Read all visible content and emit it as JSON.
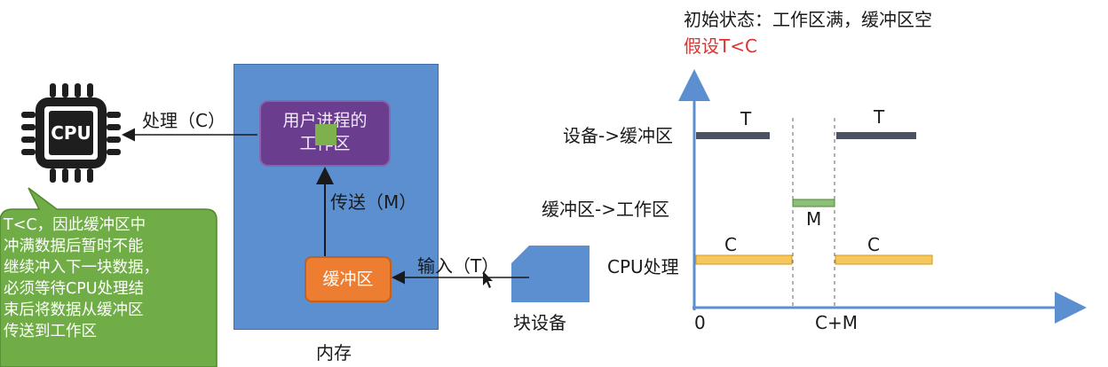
{
  "cpu": {
    "label": "CPU"
  },
  "process_label": "处理（C）",
  "memory": {
    "label": "内存",
    "user_process_line1": "用户进程的",
    "user_process_line2": "工作区",
    "transfer_label": "传送（M）",
    "buffer_label": "缓冲区"
  },
  "device": {
    "input_label": "输入（T）",
    "label": "块设备"
  },
  "callout": {
    "lines": [
      "T<C，因此缓冲区中",
      "冲满数据后暂时不能",
      "继续冲入下一块数据，",
      "必须等待CPU处理结",
      "束后将数据从缓冲区",
      "传送到工作区"
    ]
  },
  "header": {
    "initial_state": "初始状态：工作区满，缓冲区空",
    "assumption": "假设T<C"
  },
  "timeline": {
    "rows": [
      "设备->缓冲区",
      "缓冲区->工作区",
      "CPU处理"
    ],
    "bar_labels": {
      "t1": "T",
      "t2": "T",
      "m": "M",
      "c1": "C",
      "c2": "C"
    },
    "axis_labels": {
      "origin": "0",
      "cm": "C+M"
    }
  },
  "colors": {
    "memory": "#5b8fcf",
    "process": "#6b3d8f",
    "buffer": "#ed7d31",
    "callout": "#70ad47",
    "device_bar": "#4a5263",
    "transfer_bar": "#8cc07a",
    "cpu_bar": "#f6c75c",
    "axis": "#5b8fcf",
    "assumption": "#e0312d"
  }
}
